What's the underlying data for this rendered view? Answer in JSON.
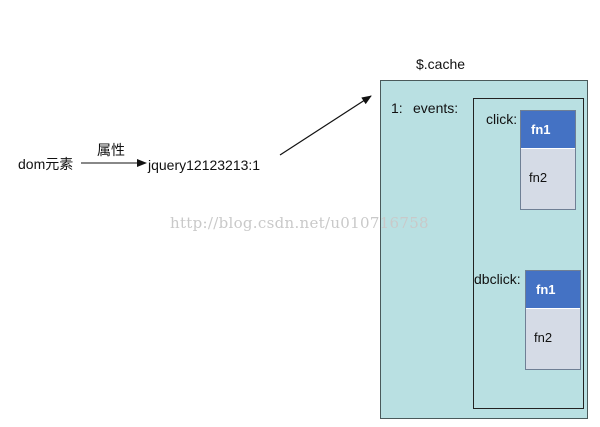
{
  "diagram": {
    "dom_label": "dom元素",
    "edge_label": "属性",
    "jquery_label": "jquery12123213:1",
    "cache_title": "$.cache",
    "cache_key": "1:",
    "events_label": "events:",
    "click_label": "click:",
    "dbclick_label": "dbclick:",
    "click_handlers": [
      "fn1",
      "fn2"
    ],
    "dbclick_handlers": [
      "fn1",
      "fn2"
    ],
    "watermark": "http://blog.csdn.net/u010716758"
  },
  "colors": {
    "cache_fill": "#b9e0e2",
    "handler_head": "#4472c4",
    "handler_body": "#d5dbe6"
  }
}
